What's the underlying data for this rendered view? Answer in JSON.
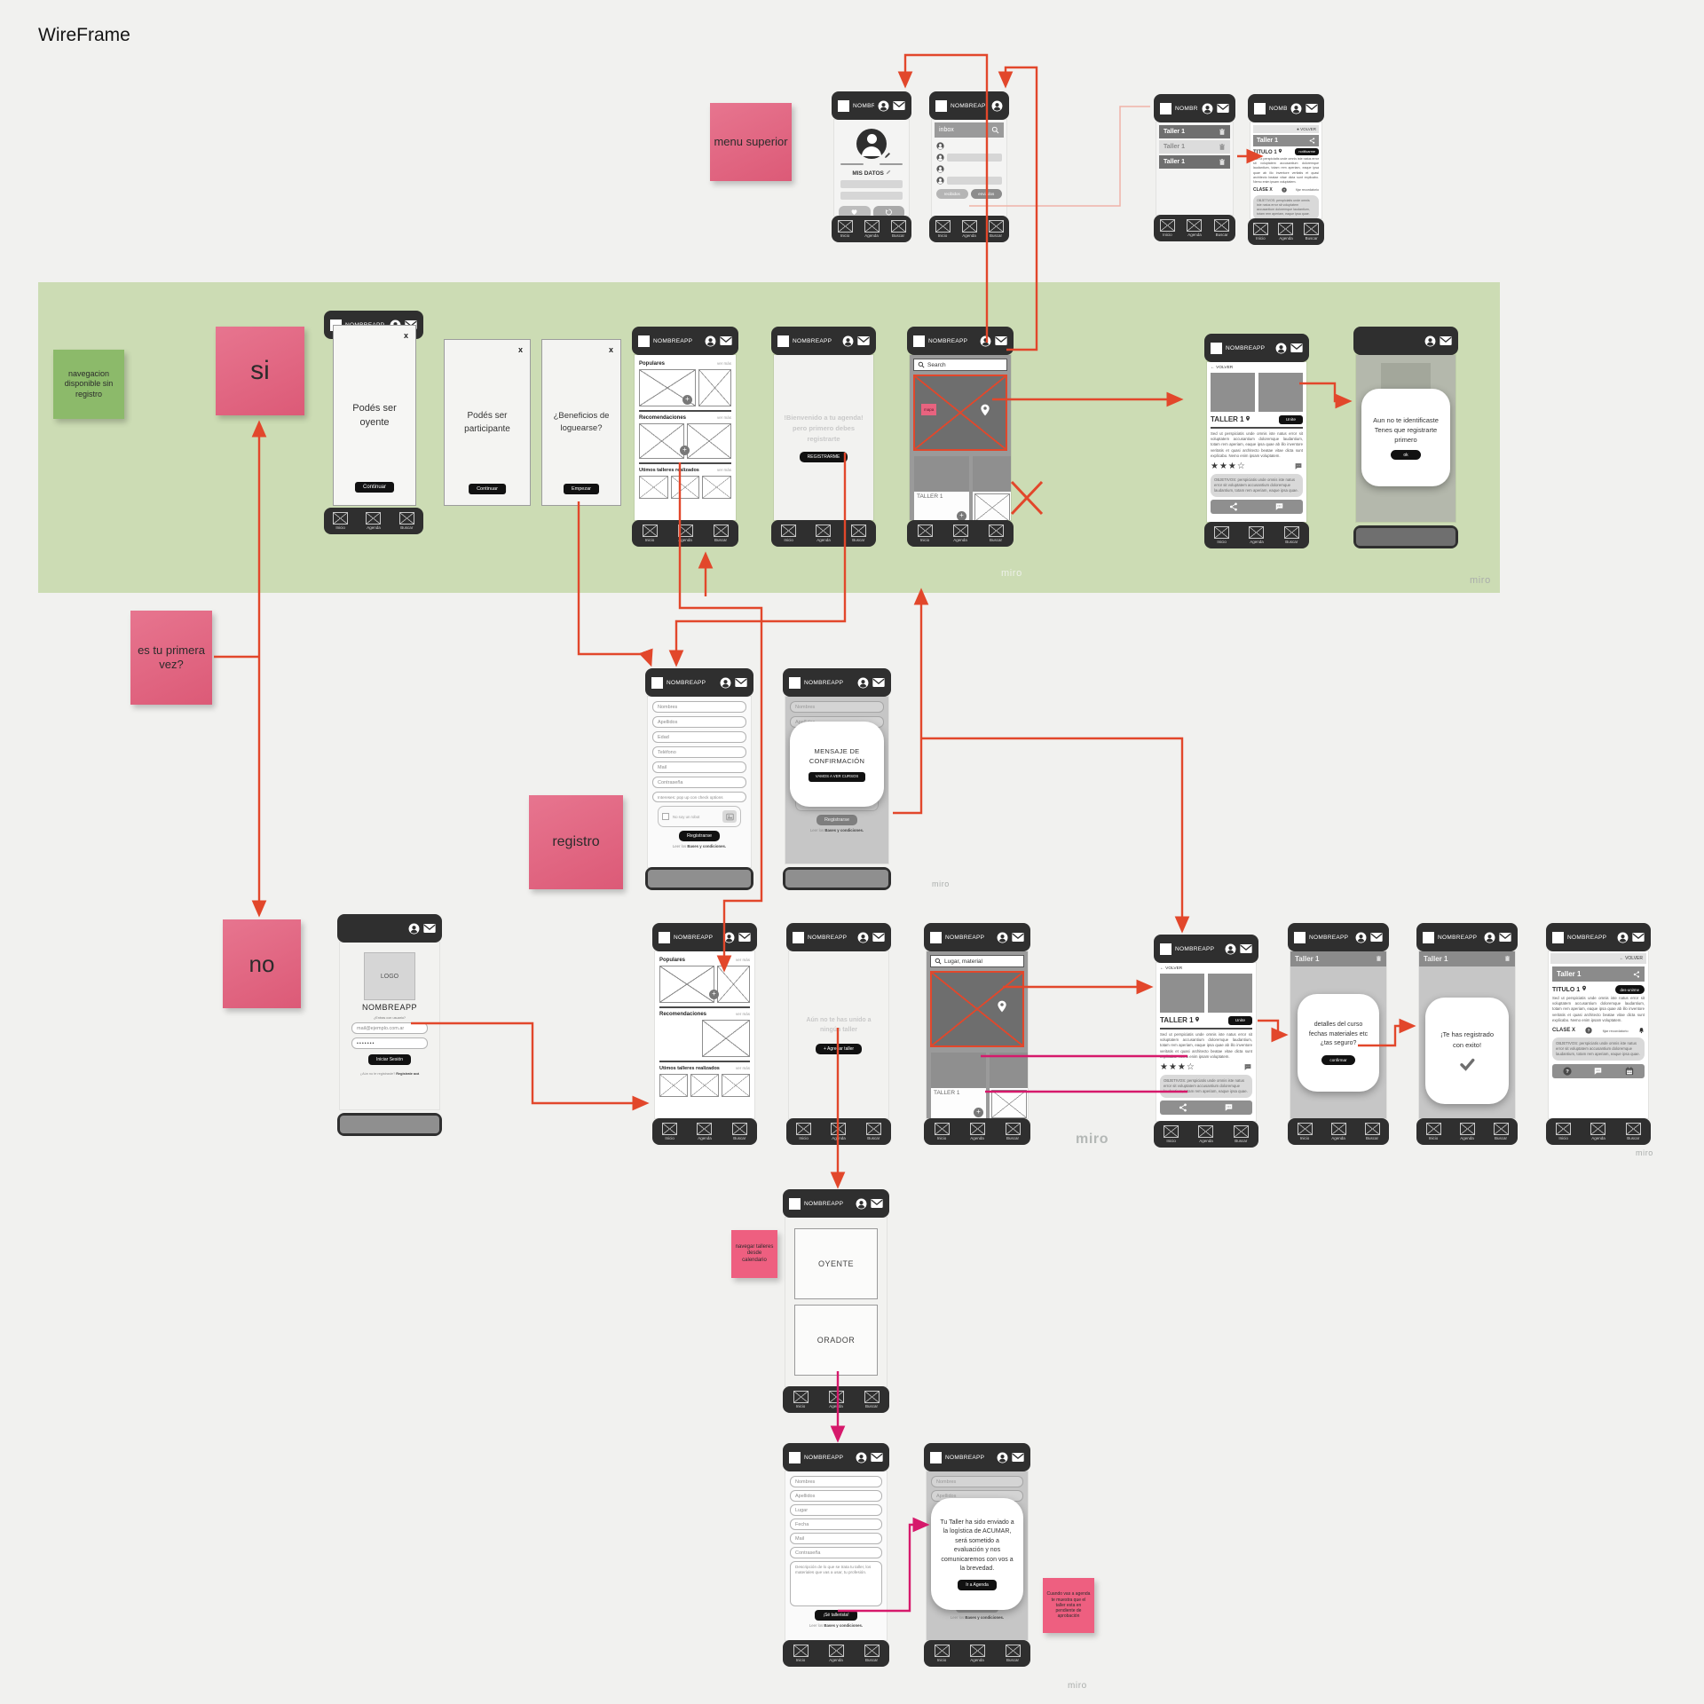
{
  "title": "WireFrame",
  "watermark": "miro",
  "app": {
    "name": "NOMBREAPP"
  },
  "nav": {
    "inicio": "Inicio",
    "agenda": "Agenda",
    "buscar": "Buscar"
  },
  "colors": {
    "band_green": "#ccdcb4",
    "sticky_pink": "#e06580",
    "sticky_green": "#8cba6a",
    "arrow_red": "#e2472b",
    "arrow_magenta": "#d6196b",
    "header_dark": "#2f2f2f"
  },
  "stickies": {
    "menu_superior": "menu superior",
    "navegacion": "navegacion disponible sin registro",
    "si": "si",
    "primera_vez": "es tu primera vez?",
    "registro": "registro",
    "no": "no",
    "navegar": "navegar talleres desde calendario",
    "pendiente": "Cuando vas a agenda te muestra que el taller esta en pendiente de aprobación"
  },
  "lorem": {
    "body": "Sed ut perspiciatis unde omnis iste natus error sit voluptatem accusantium doloremque laudantium, totam rem aperiam, eaque ipsa quae ab illo inventore veritatis et quasi architecto beatae vitae dicta sunt explicabo. Nemo enim ipsam voluptatem.",
    "objetivos": "OBJETIVOS: perspiciatis unde omnis iste natus error sit voluptatem accusantium doloremque laudantium, totam rem aperiam, eaque ipsa quae."
  },
  "screens": {
    "profile": {
      "mis_datos": "MIS DATOS"
    },
    "inbox": {
      "search": "inbox",
      "tab_left": "recibidos",
      "tab_right": "enviados"
    },
    "taller_list": {
      "item": "Taller 1"
    },
    "detail": {
      "volver": "VOLVER",
      "title": "TALLER 1",
      "unite": "Unite",
      "stars": "★★★☆"
    },
    "detail2": {
      "volver": "VOLVER",
      "taller": "Taller 1",
      "titulo": "TITULO 1",
      "notificarme": "notificarme",
      "desunirme": "des-unirme",
      "clase": "CLASE X",
      "recordatorio": "fijar recordatorio"
    },
    "modal_oyente": {
      "text": "Podés ser oyente",
      "btn": "Continuar"
    },
    "modal_participante": {
      "text": "Podés ser participante",
      "btn": "Continuar"
    },
    "modal_beneficios": {
      "text": "¿Beneficios de loguearse?",
      "btn": "Empezar"
    },
    "modal_identificate": {
      "text": "Aun no te identificaste Tenes que registrarte primero",
      "btn": "ok"
    },
    "modal_confirmacion": {
      "text": "MENSAJE DE CONFIRMACIÓN",
      "btn": "VAMOS A VER CURSOS"
    },
    "modal_detalles": {
      "text": "detalles del curso fechas materiales etc ¿tas seguro?",
      "btn": "confirmar"
    },
    "modal_exito": {
      "text": "¡Te has registrado con exito!"
    },
    "modal_acumar": {
      "text": "Tu Taller ha sido enviado a la logística de ACUMAR, será sometido a evaluación y nos comunicaremos con vos a la brevedad.",
      "btn": "Ir a Agenda"
    },
    "home": {
      "populares": "Populares",
      "recomendaciones": "Recomendaciones",
      "ultimos": "Utimos talleres realizados",
      "ver_mas": "ver más"
    },
    "welcome": {
      "line1": "!Bienvenido a tu agenda!",
      "line2": "pero primero debes",
      "line3": "registrarte",
      "btn": "REGISTRARME"
    },
    "search": {
      "q1": "Search",
      "q2": "Lugar, material",
      "mapa": "mapa",
      "card": "TALLER 1"
    },
    "registro": {
      "f1": "Nombres",
      "f2": "Apellidos",
      "f3": "Edad",
      "f4": "Teléfono",
      "f5": "Mail",
      "f6": "Contraseña",
      "f7": "Intereses: pop up con check options",
      "captcha": "No soy un robot",
      "btn": "Registrarse",
      "bases_pre": "Leer los ",
      "bases_link": "Bases y condiciones."
    },
    "login": {
      "logo": "LOGO",
      "hint": "¿Entras con usuario?",
      "mail": "mail@ejemplo.com.ar",
      "pass": "•••••••",
      "btn": "Iniciar Sesión",
      "reg_pre": "¿Aún no te registraste? ",
      "reg_link": "Registrate acá"
    },
    "agenda_empty": {
      "line1": "Aún no te has unido a",
      "line2": "ningún taller",
      "btn": "+ Agregar taller"
    },
    "rol": {
      "oyente": "OYENTE",
      "orador": "ORADOR"
    },
    "tallerista": {
      "f1": "Nombres",
      "f2": "Apellidos",
      "f3": "Lugar",
      "f4": "Fecha",
      "f5": "Mail",
      "f6": "Contraseña",
      "desc": "Descripción de lo que se trata tu taller, los materiales que vas a usar, tu profesión.",
      "btn": "¡Sé tallerista!"
    }
  }
}
